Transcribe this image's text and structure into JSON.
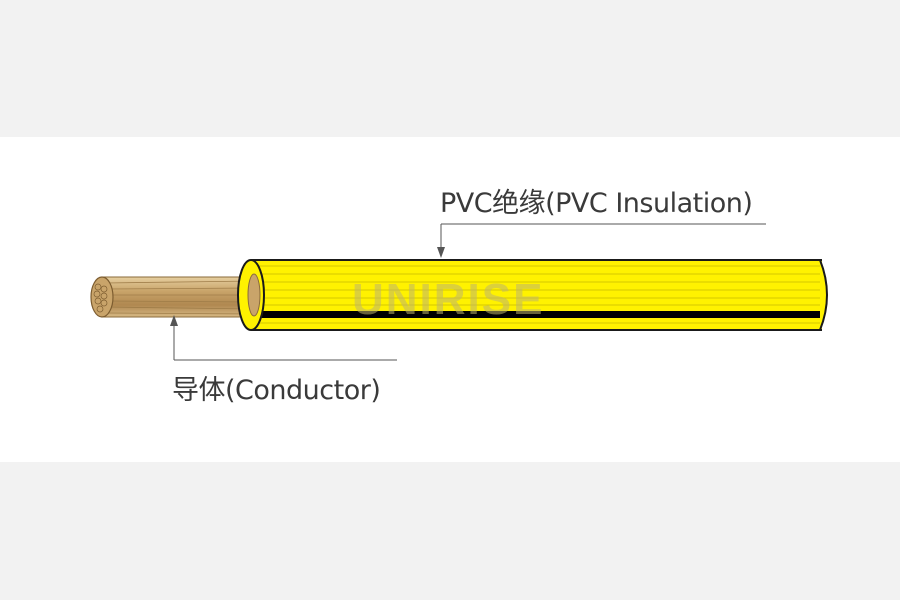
{
  "labels": {
    "insulation": "PVC绝缘(PVC Insulation)",
    "conductor": "导体(Conductor)"
  },
  "watermark": "UNIRISE",
  "colors": {
    "background": "#f2f2f2",
    "band": "#ffffff",
    "insulation_yellow": "#fff200",
    "insulation_stripe": "#000000",
    "conductor_copper": "#c9a46a",
    "leader_line": "#555555",
    "label_text": "#3a3a3a"
  }
}
